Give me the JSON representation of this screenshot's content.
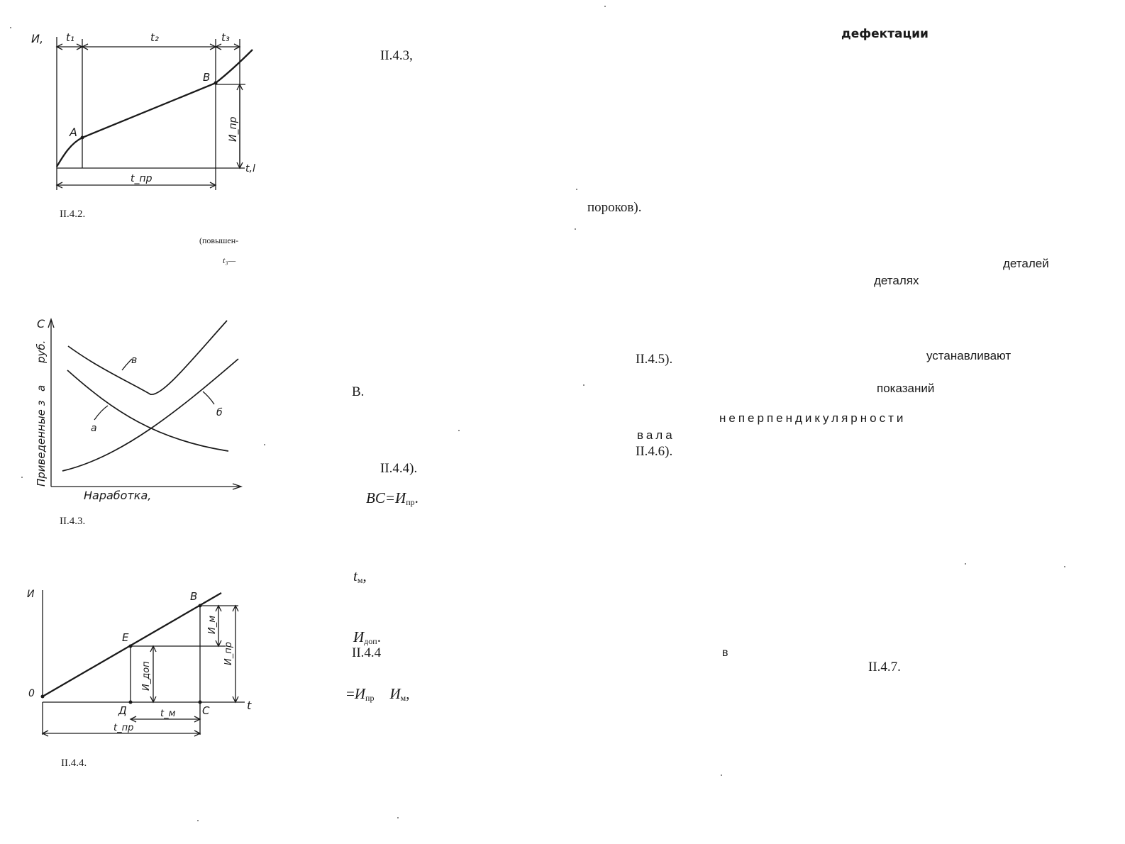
{
  "fig1": {
    "y_label": "И,",
    "t1": "t₁",
    "t2": "t₂",
    "t3": "t₃",
    "point_a": "A",
    "point_b": "B",
    "i_pr": "И_пр",
    "x_label": "t,l",
    "t_pr": "t_пр",
    "caption": "II.4.2."
  },
  "fig2": {
    "y_label_c": "С",
    "y_label_rub": "руб.",
    "y_label_a": "а",
    "y_label_main": "Приведенные з",
    "x_label": "Наработка,",
    "curve_v": "в",
    "curve_a": "а",
    "curve_b": "б",
    "caption": "II.4.3."
  },
  "fig3": {
    "y_label": "И",
    "origin": "0",
    "point_e": "E",
    "point_b": "B",
    "point_d": "Д",
    "point_c": "C",
    "x_label": "t",
    "i_m": "И_м",
    "i_dop": "И_доп",
    "i_pr": "И_пр",
    "t_m": "t_м",
    "t_pr": "t_пр",
    "caption": "II.4.4."
  },
  "left_notes": {
    "raised": "(повышен-",
    "t3_dash": "t₃—"
  },
  "middle_column": {
    "ref_ii43": "II.4.3,",
    "letter_v": "В.",
    "ref_ii44": "II.4.4).",
    "bc_eq": "BC=",
    "i_letter": "И",
    "pr_sub": "пр",
    "t_letter": "t",
    "m_sub": "м",
    "dop_sub": "доп",
    "ref_ii44b": "II.4.4",
    "eq_sign": "="
  },
  "right_column": {
    "heading": "дефектации",
    "porokov": "пороков).",
    "detaley": "деталей",
    "detalyah": "деталях",
    "ref_ii45": "II.4.5).",
    "ustanavlivayut": "устанавливают",
    "pokazaniy": "показаний",
    "neperp": "неперпендикулярности",
    "vala": "вала",
    "ref_ii46": "II.4.6).",
    "letter_v_small": "в",
    "ref_ii47": "II.4.7."
  }
}
